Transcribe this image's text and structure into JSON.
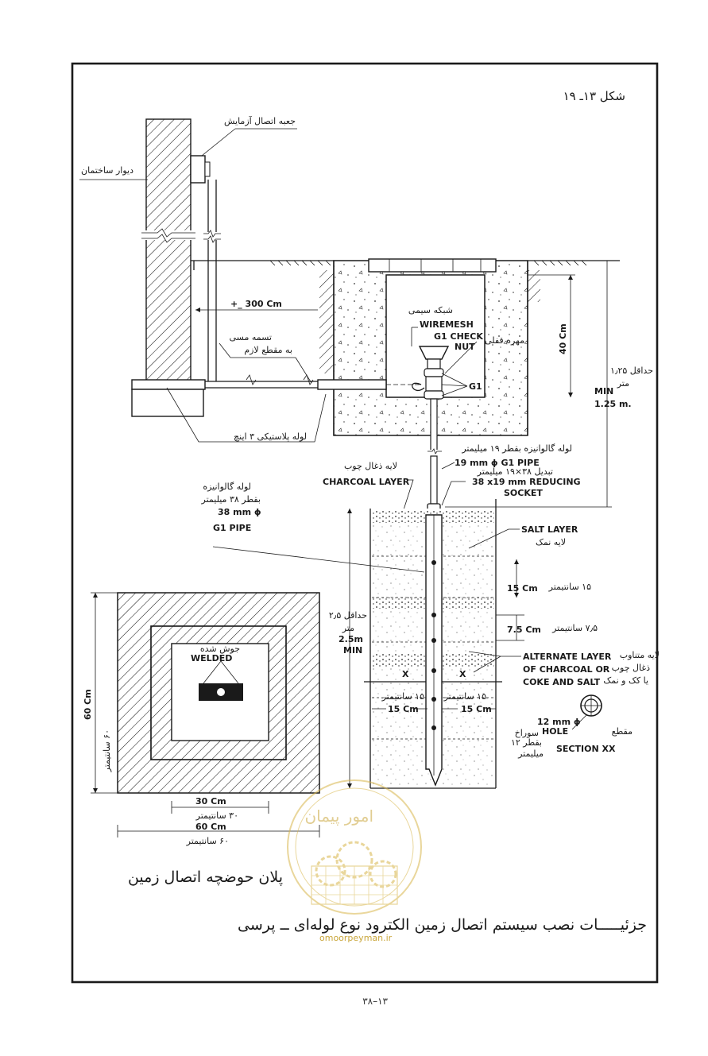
{
  "figure_number": "شکل ۱۳ـ ۱۹",
  "page_number": "۳۸–۱۳",
  "title_plan": "پلان حوضچه اتصال زمین",
  "title_main": "جزئیـــــات نصب سیستم اتصال زمین الکترود نوع لوله‌ای ــ پرسی",
  "watermark": "omoorpeyman.ir",
  "watermark_logo": "امور پیمان",
  "labels": {
    "earth_box_fa": "جعبه اتصال آزمایش",
    "building_wall_fa": "دیوار ساختمان",
    "dist_300": "+_ 300 Cm",
    "copper_strip_fa": "تسمه مسی",
    "copper_strip_fa2": "به مقطع لازم",
    "plastic_pipe_fa": "لوله پلاستیکی ۳ اینچ",
    "wiremesh_fa": "شبکه سیمی",
    "wiremesh": "WIREMESH",
    "check_nut": "G1 CHECK",
    "check_nut2": "NUT",
    "check_nut_fa": "مهره قفلی",
    "g1": "G1",
    "depth_40": "40 Cm",
    "min125_fa": "حداقل ۱٫۲۵",
    "min125_fa2": "متر",
    "min125": "MIN",
    "min125b": "1.25 m.",
    "pipe19_fa": "لوله گالوانیزه بقطر ۱۹ میلیمتر",
    "pipe19": "19 mm ɸ G1 PIPE",
    "reducer_fa": "تبدیل ۳۸×۱۹ میلیمتر",
    "reducer": "38 x19 mm REDUCING",
    "reducer2": "SOCKET",
    "charcoal_fa": "لایه ذغال چوب",
    "charcoal": "CHARCOAL LAYER",
    "pipe38_fa": "لوله گالوانیزه",
    "pipe38_fa2": "بقطر ۳۸ میلیمتر",
    "pipe38": "38 mm ɸ",
    "pipe38b": "G1 PIPE",
    "salt": "SALT LAYER",
    "salt_fa": "لایه نمک",
    "d15": "15 Cm",
    "d15_fa": "۱۵ سانتیمتر",
    "d75": "7.5 Cm",
    "d75_fa": "۷٫۵ سانتیمتر",
    "min25_fa": "حداقل ۲٫۵",
    "min25_fa2": "متر",
    "min25": "2.5m",
    "min25b": "MIN",
    "alt1": "ALTERNATE LAYER",
    "alt2": "OF CHARCOAL OR",
    "alt3": "COKE AND SALT",
    "alt_fa": "لایه متناوب",
    "alt_fa2": "ذغال چوب",
    "alt_fa3": "یا کک و نمک",
    "x": "X",
    "s15l_fa": "۱۵ سانتیمتر",
    "s15l": "15 Cm",
    "s15r": "15 Cm",
    "hole": "12 mm ɸ",
    "hole2": "HOLE",
    "hole_fa": "سوراخ",
    "hole_fa2": "بقطر ۱۲",
    "hole_fa3": "میلیمتر",
    "section_fa": "مقطع",
    "section": "SECTION XX",
    "welded_fa": "جوش شده",
    "welded": "WELDED",
    "plan_60": "60 Cm",
    "plan_60_fa": "۶۰ سانتیمتر",
    "plan_30": "30 Cm",
    "plan_30_fa": "۳۰ سانتیمتر",
    "plan_60b": "60 Cm",
    "plan_60b_fa": "۶۰ سانتیمتر"
  },
  "colors": {
    "ink": "#1a1a1a",
    "watermark": "#d8b64a",
    "paper": "#ffffff"
  }
}
